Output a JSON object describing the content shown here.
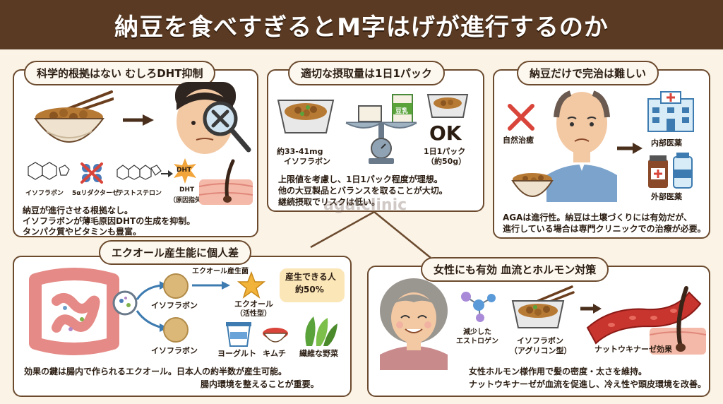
{
  "title": "納豆を食べすぎるとM字はげが進行するのか",
  "watermark": "aga.clinic",
  "panels": {
    "science": {
      "heading": "科学的根拠はない むしろDHT抑制",
      "flow": {
        "isoflavone": "イソフラボン",
        "enzyme": "5αリダクターゼ",
        "testosterone": "テストステロン",
        "dht_badge": "DHT",
        "dht": "DHT",
        "dht_note": "（原因指失）"
      },
      "body": [
        "納豆が進行させる根拠なし。",
        "イソフラボンが薄毛原因DHTの生成を抑制。",
        "タンパク質やビタミンも豊富。"
      ]
    },
    "intake": {
      "heading": "適切な摂取量は1日1パック",
      "amount": "約33-41mg",
      "amount_label": "イソフラボン",
      "milk_label": "豆乳",
      "ok": "OK",
      "pack": "1日1パック",
      "pack_weight": "（約50g）",
      "body": [
        "上限値を考慮し、1日1パック程度が理想。",
        "他の大豆製品とバランスを取ることが大切。",
        "継続摂取でリスクは低い。"
      ]
    },
    "natto_only": {
      "heading": "納豆だけで完治は難しい",
      "natural": "自然治癒",
      "internal": "内部医薬",
      "external": "外部医薬",
      "body": [
        "AGAは進行性。納豆は土壌づくりには有効だが、",
        "進行している場合は専門クリニックでの治療が必要。"
      ]
    },
    "equol": {
      "heading": "エクオール産生能に個人差",
      "bacteria": "エクオール産生菌",
      "isoflavone_top": "イソフラボン",
      "isoflavone_bottom": "イソフラボン",
      "equol": "エクオール",
      "equol_note": "（活性型）",
      "bubble": "産生できる人",
      "bubble_pct": "約50%",
      "foods": [
        "ヨーグルト",
        "キムチ",
        "繊維な野菜"
      ],
      "body": [
        "効果の鍵は腸内で作られるエクオール。日本人の約半数が産生可能。",
        "腸内環境を整えることが重要。"
      ]
    },
    "women": {
      "heading": "女性にも有効 血流とホルモン対策",
      "estrogen_1": "減少した",
      "estrogen_2": "エストロゲン",
      "aglycone_1": "イソフラボン",
      "aglycone_2": "（アグリコン型）",
      "nattokinase": "ナットウキナーゼ効果",
      "body": [
        "女性ホルモン様作用で髪の密度・太さを維持。",
        "ナットウキナーゼが血流を促進し、冷え性や頭皮環境を改善。"
      ]
    }
  },
  "colors": {
    "title_bg": "#5a3a22",
    "border": "#6b4a2e",
    "background": "#faf3e6",
    "accent_red": "#d9453a",
    "bubble": "#fbe6b8"
  }
}
